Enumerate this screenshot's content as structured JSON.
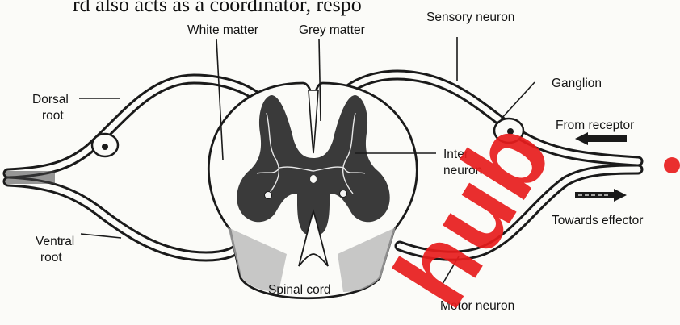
{
  "header_fragment": "rd also acts as a coordinator, respo",
  "labels": {
    "white_matter": "White matter",
    "grey_matter": "Grey matter",
    "sensory_neuron": "Sensory neuron",
    "dorsal_root_1": "Dorsal",
    "dorsal_root_2": "root",
    "ganglion": "Ganglion",
    "from_receptor": "From receptor",
    "inter_neuron_1": "Inter",
    "inter_neuron_2": "neuron",
    "towards_effector": "Towards effector",
    "ventral_root_1": "Ventral",
    "ventral_root_2": "root",
    "spinal_cord": "Spinal cord",
    "motor_neuron": "Motor neuron"
  },
  "watermark": "hub",
  "colors": {
    "ink": "#1a1a1a",
    "grey_matter": "#3a3a3a",
    "watermark": "#e81d1d",
    "paper": "#fbfbf8"
  }
}
